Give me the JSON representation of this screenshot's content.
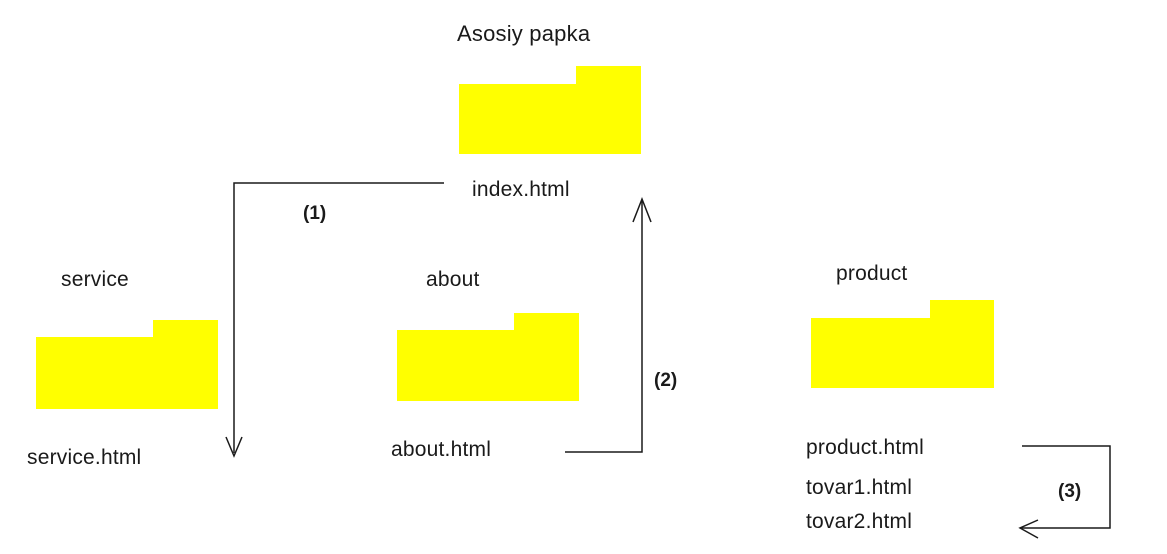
{
  "root": {
    "folder_label": "Asosiy papka",
    "file": "index.html",
    "color": "#ffff00"
  },
  "service": {
    "folder_label": "service",
    "file": "service.html"
  },
  "about": {
    "folder_label": "about",
    "file": "about.html"
  },
  "product": {
    "folder_label": "product",
    "files": [
      "product.html",
      "tovar1.html",
      "tovar2.html"
    ]
  },
  "links": [
    {
      "label": "(1)",
      "from": "index.html",
      "to": "service.html"
    },
    {
      "label": "(2)",
      "from": "about.html",
      "to": "index.html"
    },
    {
      "label": "(3)",
      "from": "product.html",
      "to": "tovar2.html"
    }
  ]
}
